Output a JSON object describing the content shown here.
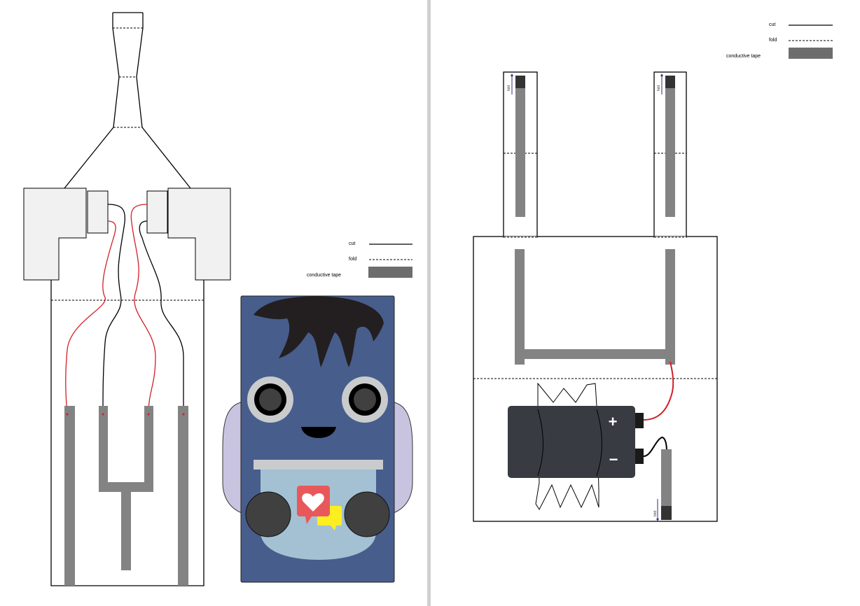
{
  "legend_left": {
    "cut": "cut",
    "fold": "fold",
    "tape": "conductive tape"
  },
  "legend_right": {
    "cut": "cut",
    "fold": "fold",
    "tape": "conductive tape"
  },
  "battery": {
    "plus": "+",
    "minus": "−"
  },
  "strap_labels": {
    "left": "fold",
    "right": "fold",
    "bottom": "fold"
  },
  "colors": {
    "tape": "#838383",
    "tape_dark": "#333333",
    "wire_red": "#d11f26",
    "wire_black": "#000000",
    "robot_body": "#475d8c",
    "robot_hair": "#231f20",
    "robot_arm": "#c8c4e0",
    "robot_pocket": "#a3c1d3",
    "robot_pocket_rim": "#c9cbcd",
    "robot_hands": "#404041",
    "heart_bubble": "#e8585a",
    "yellow_bubble": "#fdee21",
    "battery": "#383b41",
    "panel_fill": "#f1f1f1",
    "divider": "#d0d0d0"
  }
}
